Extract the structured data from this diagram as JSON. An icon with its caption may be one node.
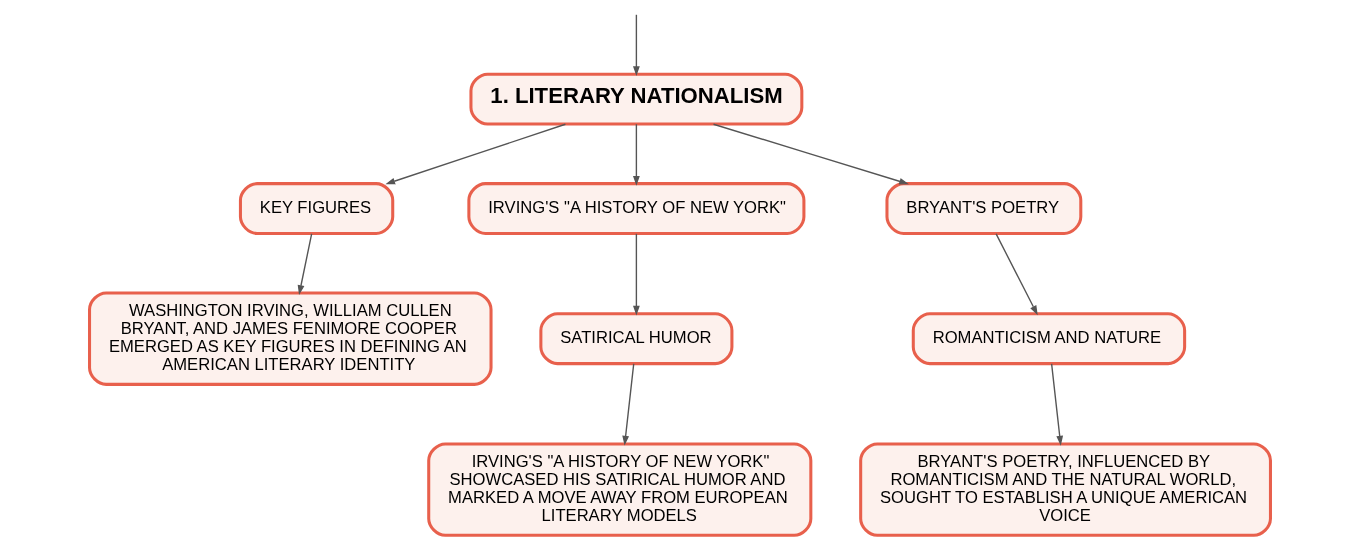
{
  "diagram": {
    "nodes": [
      {
        "text": [
          "1. LITERARY NATIONALISM"
        ]
      },
      {
        "text": [
          "KEY FIGURES"
        ]
      },
      {
        "text": [
          "IRVING'S \"A HISTORY OF NEW YORK\""
        ]
      },
      {
        "text": [
          "BRYANT'S POETRY"
        ]
      },
      {
        "text": [
          "WASHINGTON IRVING, WILLIAM CULLEN BRYANT, AND JAMES FENIMORE COOPER EMERGED AS KEY FIGURES IN DEFINING AN AMERICAN LITERARY IDENTITY"
        ]
      },
      {
        "text": [
          "SATIRICAL HUMOR"
        ]
      },
      {
        "text": [
          "ROMANTICISM AND NATURE"
        ]
      },
      {
        "text": [
          "IRVING'S \"A HISTORY OF NEW YORK\" SHOWCASED HIS SATIRICAL HUMOR AND MARKED A MOVE AWAY FROM EUROPEAN LITERARY MODELS"
        ]
      },
      {
        "text": [
          "BRYANT'S POETRY, INFLUENCED BY ROMANTICISM AND THE NATURAL WORLD, SOUGHT TO ESTABLISH A UNIQUE AMERICAN VOICE"
        ]
      }
    ],
    "edges": [
      {
        "from": null,
        "to": 0,
        "arrow": "to"
      },
      {
        "from": 0,
        "to": 1,
        "arrow": "to"
      },
      {
        "from": 0,
        "to": 2,
        "arrow": "to"
      },
      {
        "from": 0,
        "to": 3,
        "arrow": "to"
      },
      {
        "from": 1,
        "to": 4,
        "arrow": "to"
      },
      {
        "from": 2,
        "to": 5,
        "arrow": "to"
      },
      {
        "from": 3,
        "to": 6,
        "arrow": "to"
      },
      {
        "from": 5,
        "to": 7,
        "arrow": "to"
      },
      {
        "from": 6,
        "to": 8,
        "arrow": "to"
      }
    ]
  }
}
